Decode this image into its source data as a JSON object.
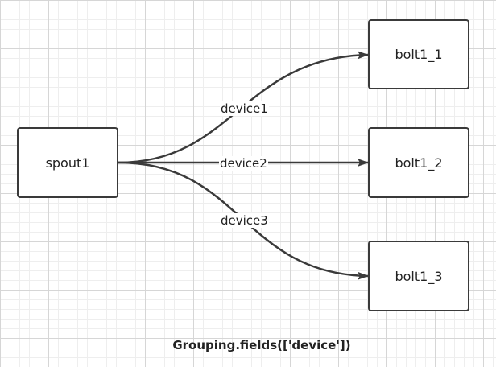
{
  "nodes": {
    "spout": "spout1",
    "bolt1": "bolt1_1",
    "bolt2": "bolt1_2",
    "bolt3": "bolt1_3"
  },
  "edges": {
    "e1": "device1",
    "e2": "device2",
    "e3": "device3"
  },
  "caption": "Grouping.fields(['device'])",
  "colors": {
    "stroke": "#3a3a3a",
    "text": "#222222",
    "grid_major": "#d6d6d6",
    "grid_minor": "#eeeeee"
  }
}
